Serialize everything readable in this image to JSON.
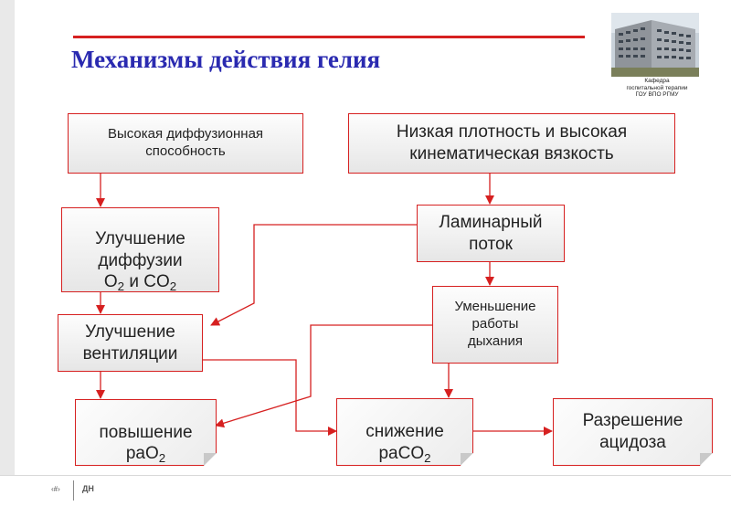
{
  "title": "Механизмы действия гелия",
  "logo_caption": [
    "Кафедра",
    "госпитальной терапии",
    "ГОУ ВПО РГМУ"
  ],
  "footer": {
    "slide_number": "‹#›",
    "initials": "ДН"
  },
  "nodes": {
    "high_diffusion": "Высокая диффузионная\nспособность",
    "low_density": "Низкая плотность и высокая\nкинематическая вязкость",
    "diffusion_improvement": {
      "line1": "Улучшение",
      "line2": "диффузии",
      "o": "O",
      "o_sub": "2",
      "and": " и CO",
      "co_sub": "2"
    },
    "laminar_flow": "Ламинарный\nпоток",
    "reduced_work": "Уменьшение\nработы\nдыхания",
    "ventilation_improvement": "Улучшение\nвентиляции",
    "pao2_increase": {
      "line1": "повышение",
      "line2": "paO",
      "sub": "2"
    },
    "paco2_decrease": {
      "line1": "снижение",
      "line2": "paCO",
      "sub": "2"
    },
    "acidosis_resolution": "Разрешение\nацидоза"
  },
  "colors": {
    "accent": "#d62020",
    "title": "#2a2ab0"
  }
}
